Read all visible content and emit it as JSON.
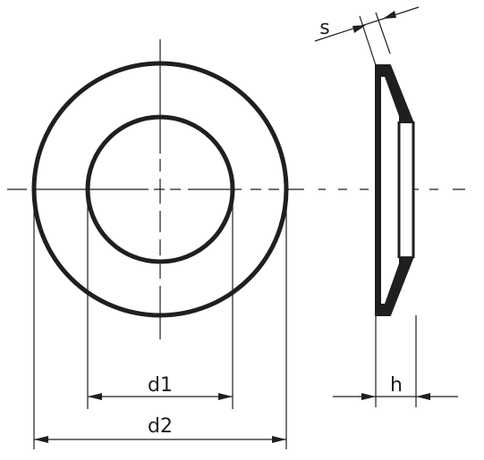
{
  "drawing": {
    "labels": {
      "inner_diameter": "d1",
      "outer_diameter": "d2",
      "thickness": "s",
      "height": "h"
    },
    "colors": {
      "line": "#1f1f1f",
      "background": "#ffffff"
    }
  }
}
